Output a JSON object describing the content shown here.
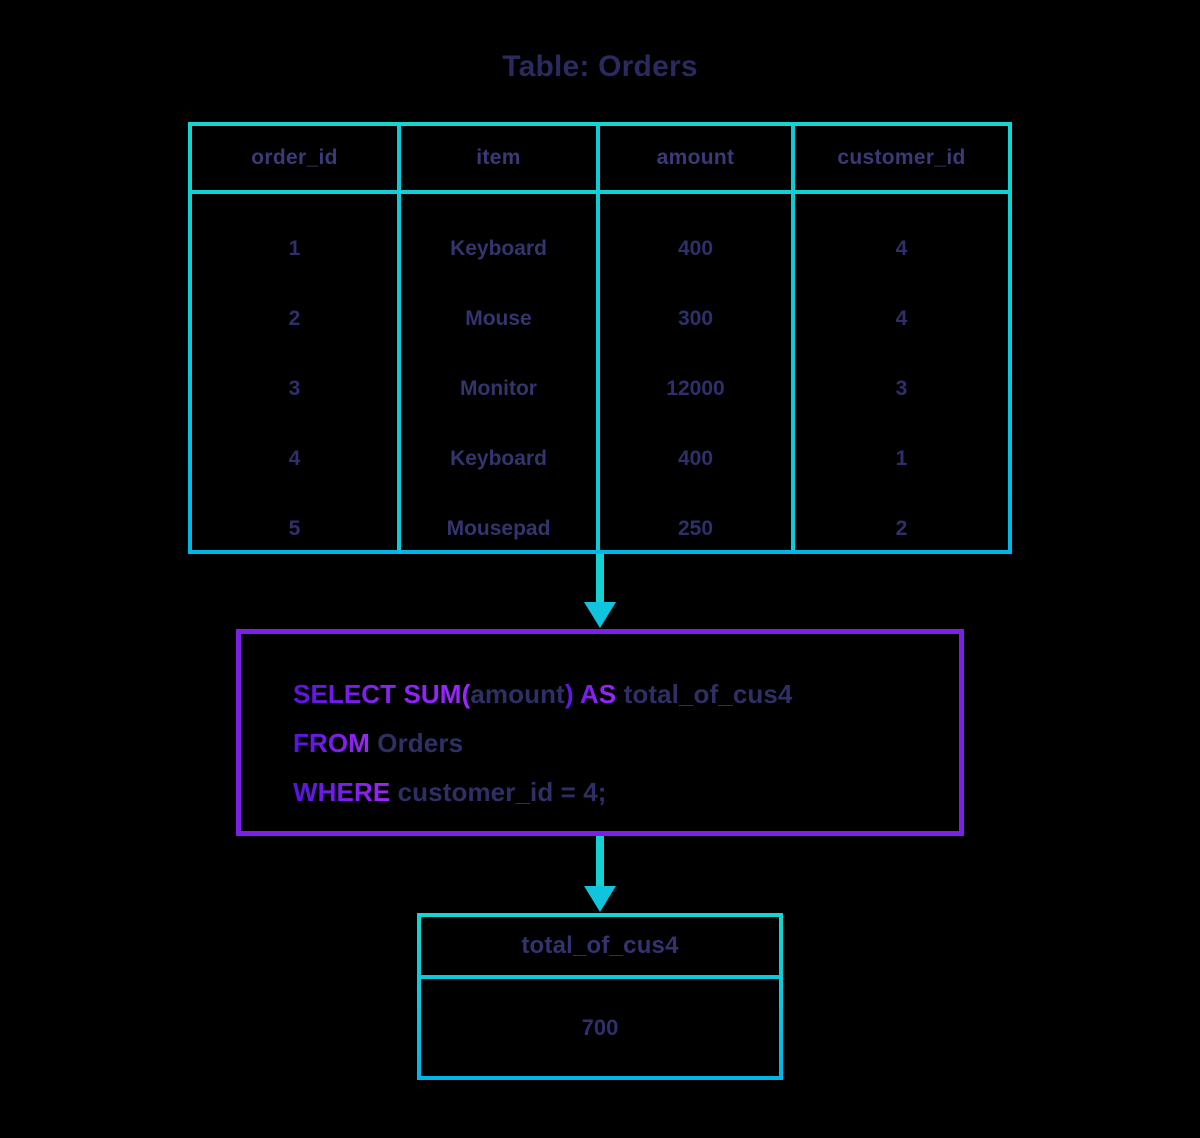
{
  "diagram": {
    "title": "Table: Orders",
    "background_color": "#000000",
    "accent_cyan": "#0FD2D8",
    "accent_purple": "#7C1FE8",
    "text_navy": "#2F2F66"
  },
  "source_table": {
    "name": "Orders",
    "columns": [
      "order_id",
      "item",
      "amount",
      "customer_id"
    ],
    "rows": [
      [
        "1",
        "Keyboard",
        "400",
        "4"
      ],
      [
        "2",
        "Mouse",
        "300",
        "4"
      ],
      [
        "3",
        "Monitor",
        "12000",
        "3"
      ],
      [
        "4",
        "Keyboard",
        "400",
        "1"
      ],
      [
        "5",
        "Mousepad",
        "250",
        "2"
      ]
    ]
  },
  "query": {
    "line1": {
      "kw_a": "SELECT SUM(",
      "ident_a": "amount",
      "kw_b": ") AS ",
      "ident_b": "total_of_cus4"
    },
    "line2": {
      "kw_a": "FROM ",
      "ident_a": "Orders"
    },
    "line3": {
      "kw_a": "WHERE ",
      "ident_a": "customer_id = 4;"
    },
    "full_text": "SELECT SUM(amount) AS total_of_cus4 FROM Orders WHERE customer_id = 4;"
  },
  "arrows": {
    "top": "down-arrow",
    "bottom": "down-arrow"
  },
  "result_table": {
    "columns": [
      "total_of_cus4"
    ],
    "rows": [
      [
        "700"
      ]
    ]
  }
}
